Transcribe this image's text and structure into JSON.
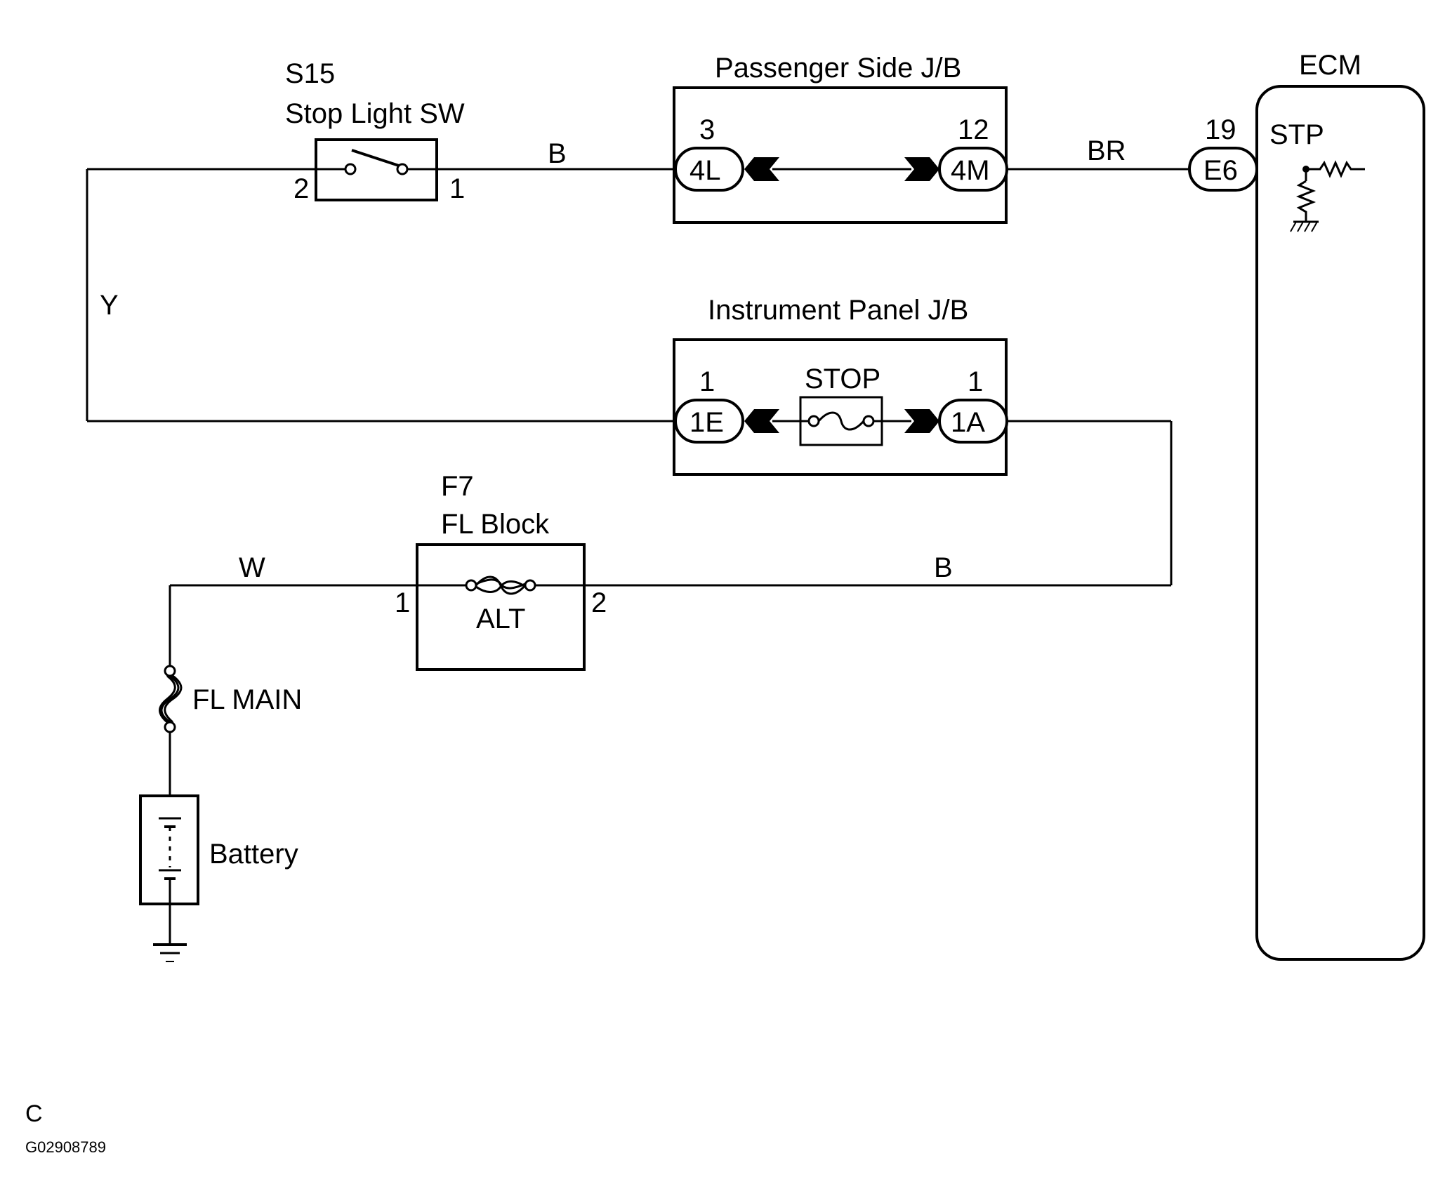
{
  "components": {
    "stop_light_sw": {
      "code": "S15",
      "name": "Stop Light SW",
      "pin_left": "2",
      "pin_right": "1"
    },
    "passenger_jb": {
      "name": "Passenger Side J/B",
      "left_pin": "3",
      "left_conn": "4L",
      "right_pin": "12",
      "right_conn": "4M"
    },
    "instrument_jb": {
      "name": "Instrument Panel J/B",
      "left_pin": "1",
      "left_conn": "1E",
      "fuse": "STOP",
      "right_pin": "1",
      "right_conn": "1A"
    },
    "fl_block": {
      "code": "F7",
      "name": "FL Block",
      "fuse": "ALT",
      "pin_left": "1",
      "pin_right": "2"
    },
    "fl_main": {
      "name": "FL MAIN"
    },
    "battery": {
      "name": "Battery"
    },
    "ecm": {
      "name": "ECM",
      "pin": "19",
      "conn": "E6",
      "terminal": "STP"
    }
  },
  "wires": {
    "sw_to_jb": "B",
    "jb_to_ecm": "BR",
    "left_vertical": "Y",
    "fl_main_to_block": "W",
    "block_to_ipjb": "B"
  },
  "footer": {
    "letter": "C",
    "code": "G02908789"
  }
}
